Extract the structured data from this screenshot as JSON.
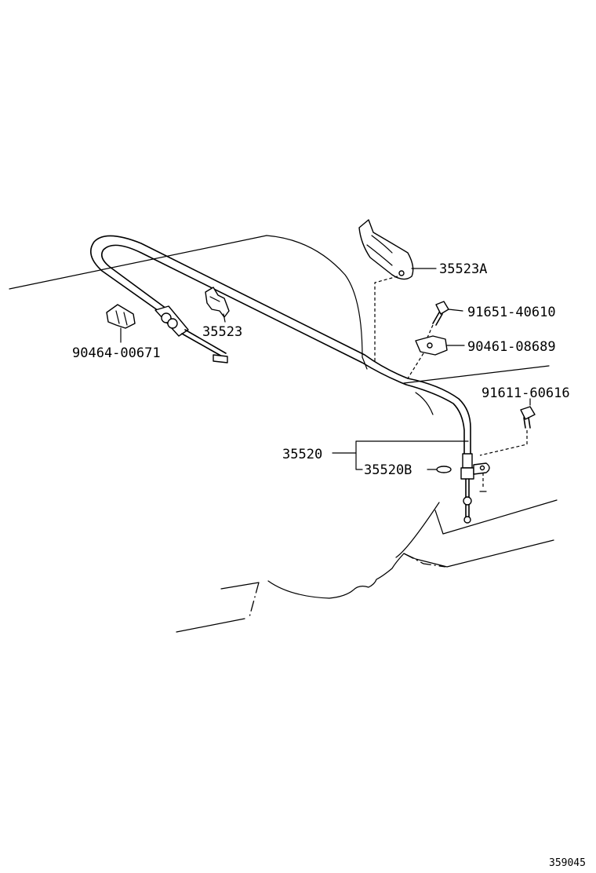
{
  "parts": {
    "cable_assembly": "35520",
    "cable_grommet": "35520B",
    "clamp_a": "35523A",
    "clamp": "35523",
    "bolt_upper": "91651-40610",
    "clip_upper": "90461-08689",
    "bolt_lower": "91611-60616",
    "clip_left": "90464-00671"
  },
  "illustration_number": "359045"
}
